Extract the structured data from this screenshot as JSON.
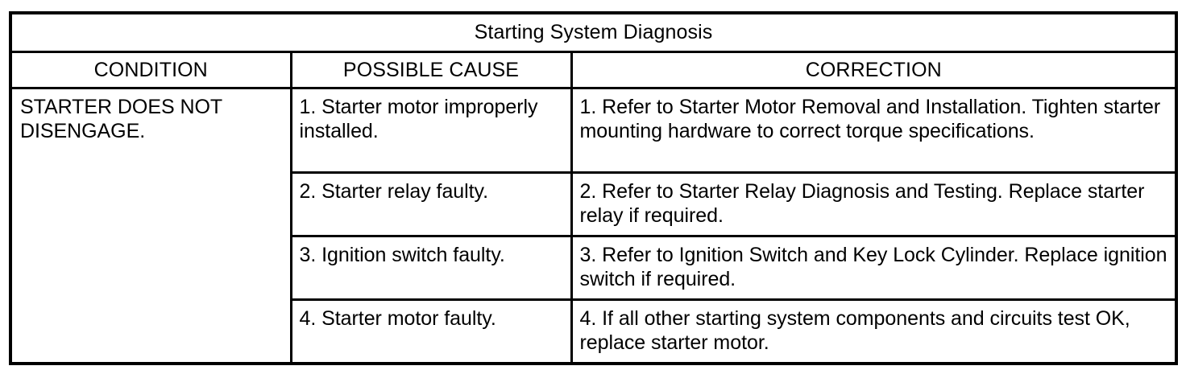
{
  "document": {
    "title": "Starting System Diagnosis",
    "type": "diagnostic-table"
  },
  "table": {
    "caption": "Starting System Diagnosis",
    "columns": [
      {
        "key": "condition",
        "label": "CONDITION"
      },
      {
        "key": "cause",
        "label": "POSSIBLE CAUSE"
      },
      {
        "key": "correction",
        "label": "CORRECTION"
      }
    ],
    "condition": "STARTER DOES NOT DISENGAGE.",
    "rows": [
      {
        "cause": "1. Starter motor improperly installed.",
        "correction": "1. Refer to Starter Motor Removal and Installation. Tighten starter mounting hardware to correct torque specifications."
      },
      {
        "cause": "2. Starter relay faulty.",
        "correction": "2. Refer to Starter Relay Diagnosis and Testing. Replace starter relay if required."
      },
      {
        "cause": "3. Ignition switch faulty.",
        "correction": "3. Refer to Ignition Switch and Key Lock Cylinder. Replace ignition switch if required."
      },
      {
        "cause": "4. Starter motor faulty.",
        "correction": "4. If all other starting system components and circuits test OK, replace starter motor."
      }
    ]
  },
  "colors": {
    "background": "#ffffff",
    "text": "#000000",
    "border": "#000000"
  }
}
